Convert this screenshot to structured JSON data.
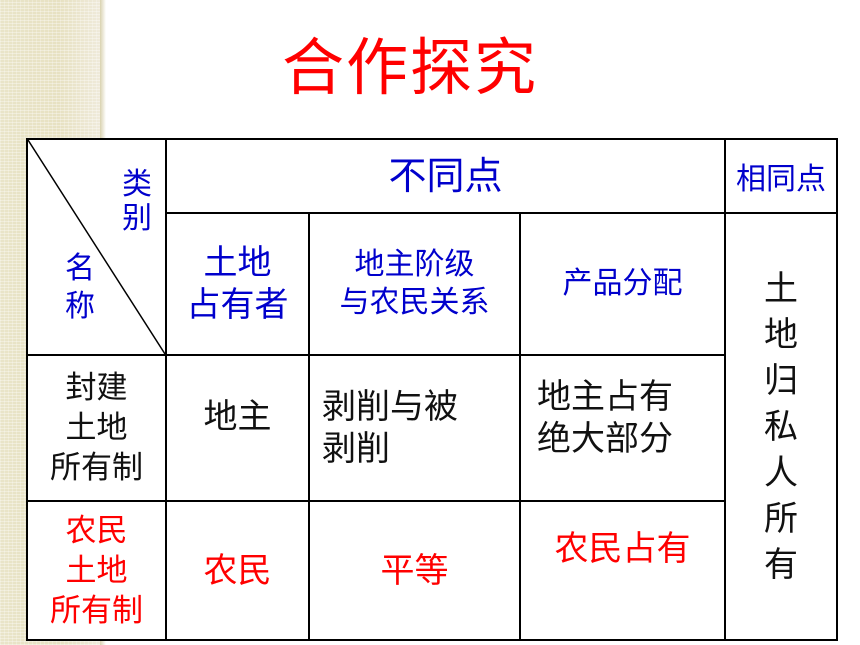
{
  "slide": {
    "title": "合作探究"
  },
  "table": {
    "corner": {
      "top_label": "类\n别",
      "bottom_label": "名\n称"
    },
    "group_header": "不同点",
    "same_header": "相同点",
    "columns": [
      "土地\n占有者",
      "地主阶级\n与农民关系",
      "产品分配"
    ],
    "same_value": "土地归私人所有",
    "rows": [
      {
        "name": "封建\n土地\n所有制",
        "cells": [
          "地主",
          "剥削与被\n剥削",
          "地主占有\n绝大部分"
        ]
      },
      {
        "name": "农民\n土地\n所有制",
        "cells": [
          "农民",
          "平等",
          "农民占有"
        ]
      }
    ]
  },
  "colors": {
    "title": "#ff0000",
    "header_text": "#0000cc",
    "feudal_row_text": "#111111",
    "peasant_row_text": "#ff0000",
    "border": "#000000"
  }
}
